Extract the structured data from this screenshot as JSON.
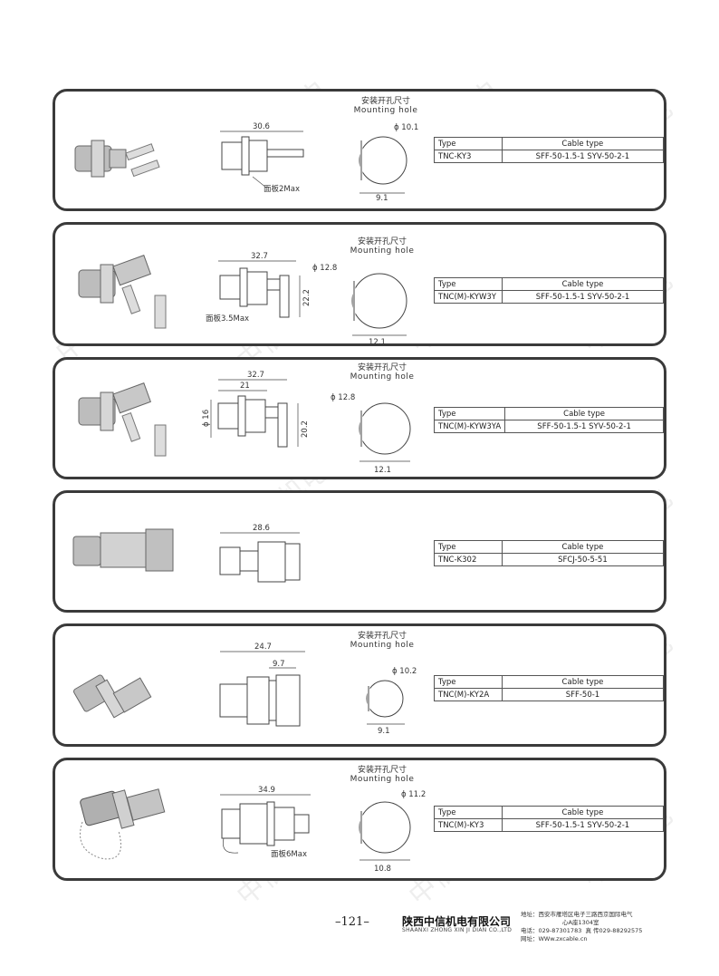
{
  "watermark": "中信机电",
  "mounting_hole_cn": "安装开孔尺寸",
  "mounting_hole_en": "Mounting hole",
  "table_header": {
    "type": "Type",
    "cable": "Cable type"
  },
  "products": [
    {
      "dims": [
        "30.6"
      ],
      "panel_note": "面板2Max",
      "hole_dia": "ϕ 10.1",
      "hole_flat": "9.1",
      "type": "TNC-KY3",
      "cable": "SFF-50-1.5-1   SYV-50-2-1",
      "has_mounting": true
    },
    {
      "dims": [
        "32.7",
        "22.2"
      ],
      "panel_note": "面板3.5Max",
      "hole_dia": "ϕ 12.8",
      "hole_flat": "12.1",
      "type": "TNC(M)-KYW3Y",
      "cable": "SFF-50-1.5-1   SYV-50-2-1",
      "has_mounting": true
    },
    {
      "dims": [
        "32.7",
        "21",
        "ϕ 16",
        "20.2"
      ],
      "panel_note": "",
      "hole_dia": "ϕ 12.8",
      "hole_flat": "12.1",
      "type": "TNC(M)-KYW3YA",
      "cable": "SFF-50-1.5-1   SYV-50-2-1",
      "has_mounting": true
    },
    {
      "dims": [
        "28.6"
      ],
      "panel_note": "",
      "hole_dia": "",
      "hole_flat": "",
      "type": "TNC-K302",
      "cable": "SFCJ-50-5-51",
      "has_mounting": false
    },
    {
      "dims": [
        "24.7",
        "9.7"
      ],
      "panel_note": "",
      "hole_dia": "ϕ 10.2",
      "hole_flat": "9.1",
      "type": "TNC(M)-KY2A",
      "cable": "SFF-50-1",
      "has_mounting": true
    },
    {
      "dims": [
        "34.9"
      ],
      "panel_note": "面板6Max",
      "hole_dia": "ϕ 11.2",
      "hole_flat": "10.8",
      "type": "TNC(M)-KY3",
      "cable": "SFF-50-1.5-1   SYV-50-2-1",
      "has_mounting": true
    }
  ],
  "footer": {
    "page": "–121–",
    "company_cn": "陕西中信机电有限公司",
    "company_en": "SHAANXI ZHONG XIN JI DIAN CO.,LTD",
    "address_line1": "地址：西安市雁塔区电子三路西京国际电气",
    "address_line2": "心A座1304室",
    "phone": "电话：029-87301783",
    "fax": "真  传029-88292575",
    "website": "网址：WWw.zxcable.cn"
  }
}
